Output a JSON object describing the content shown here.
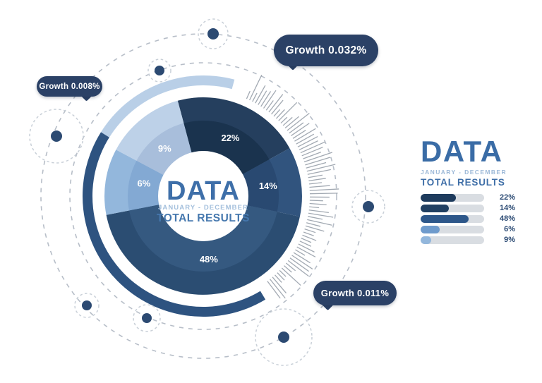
{
  "colors": {
    "background": "#ffffff",
    "bubble_navy": "#2b4166",
    "dot_navy": "#2c4a72",
    "orbit_gray": "#b7bec8",
    "dot_ring_gray": "#c9d0d8",
    "hatch_gray": "#98a0aa",
    "arc_light_blue": "#b9cfe7",
    "arc_dark_blue": "#2e5380",
    "track_gray": "#d9dde2",
    "heading_blue": "#3a6ca6",
    "subtitle_light_blue": "#9db9d8",
    "results_blue": "#3e6ea7",
    "center_title_blue": "#3e6fa9",
    "center_subtitle_blue": "#a3bfdc",
    "center_results_blue": "#4678ae",
    "slice_label_white": "#ffffff"
  },
  "center": {
    "title": "DATA",
    "subtitle": "JANUARY - DECEMBER",
    "results": "TOTAL RESULTS"
  },
  "legend": {
    "title": "DATA",
    "subtitle": "JANUARY - DECEMBER",
    "results": "TOTAL RESULTS",
    "rows": [
      {
        "label": "22%",
        "fill": 0.55,
        "color": "#1e3b5d"
      },
      {
        "label": "14%",
        "fill": 0.44,
        "color": "#214062"
      },
      {
        "label": "48%",
        "fill": 0.76,
        "color": "#2d578a"
      },
      {
        "label": "6%",
        "fill": 0.3,
        "color": "#6f9bcc"
      },
      {
        "label": "9%",
        "fill": 0.17,
        "color": "#93b7dc"
      }
    ]
  },
  "bubbles": [
    {
      "label": "Growth 0.032%"
    },
    {
      "label": "Growth 0.008%"
    },
    {
      "label": "Growth 0.011%"
    }
  ],
  "chart_data": {
    "type": "pie",
    "title": "DATA",
    "subtitle": "JANUARY - DECEMBER",
    "caption": "TOTAL RESULTS",
    "slices": [
      {
        "label": "22%",
        "value": 22,
        "color": "#1a334e",
        "ring_color": "#253f5e"
      },
      {
        "label": "14%",
        "value": 14,
        "color": "#294971",
        "ring_color": "#31547e"
      },
      {
        "label": "48%",
        "value": 48,
        "color": "#355980",
        "ring_color": "#2b4d72"
      },
      {
        "label": "6%",
        "value": 6,
        "color": "#83a9d3",
        "ring_color": "#93b7dc"
      },
      {
        "label": "9%",
        "value": 9,
        "color": "#a8bedb",
        "ring_color": "#bdd1e8"
      }
    ],
    "annotations": [
      "Growth 0.032%",
      "Growth 0.008%",
      "Growth 0.011%"
    ],
    "legend_position": "right",
    "legend_bars": {
      "labels": [
        "22%",
        "14%",
        "48%",
        "6%",
        "9%"
      ],
      "fill_fractions": [
        0.55,
        0.44,
        0.76,
        0.3,
        0.17
      ]
    }
  }
}
